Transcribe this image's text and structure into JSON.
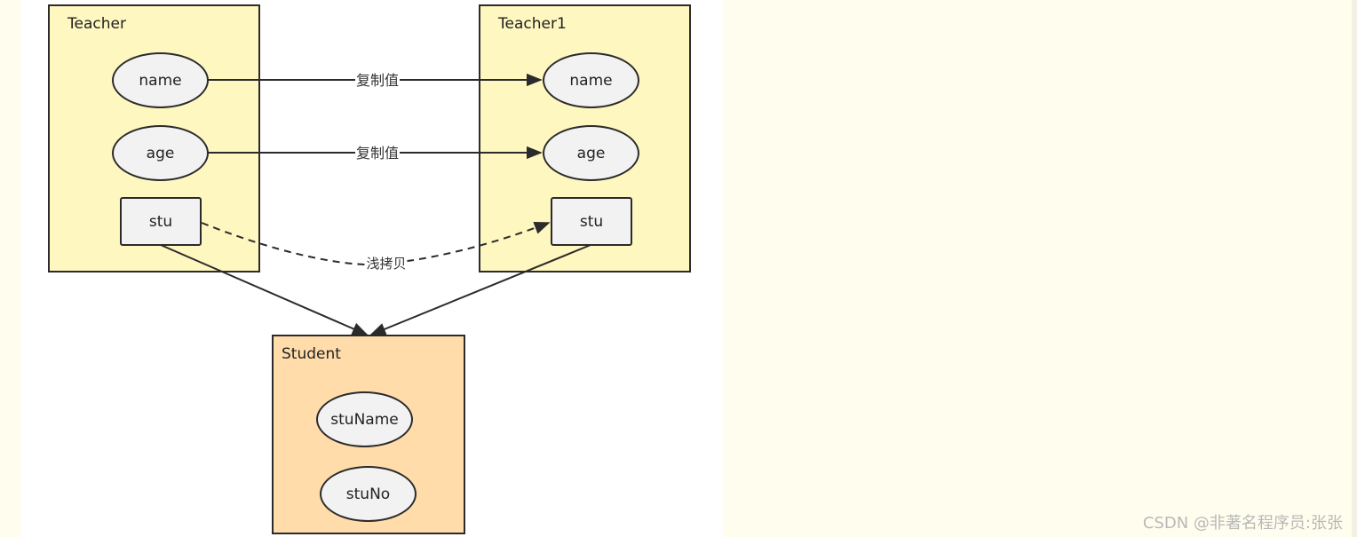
{
  "diagram": {
    "containers": {
      "teacher": {
        "title": "Teacher",
        "fields": {
          "name": "name",
          "age": "age",
          "ref": "stu"
        }
      },
      "teacher1": {
        "title": "Teacher1",
        "fields": {
          "name": "name",
          "age": "age",
          "ref": "stu"
        }
      },
      "student": {
        "title": "Student",
        "fields": {
          "name": "stuName",
          "no": "stuNo"
        }
      }
    },
    "edge_labels": {
      "copy_name": "复制值",
      "copy_age": "复制值",
      "shallow_copy": "浅拷贝"
    },
    "colors": {
      "teacher_fill": "#fff7c0",
      "student_fill": "#ffdcaa",
      "field_fill": "#f2f2f2",
      "stroke": "#2b2b2b"
    }
  },
  "watermark": "CSDN @非著名程序员:张张"
}
